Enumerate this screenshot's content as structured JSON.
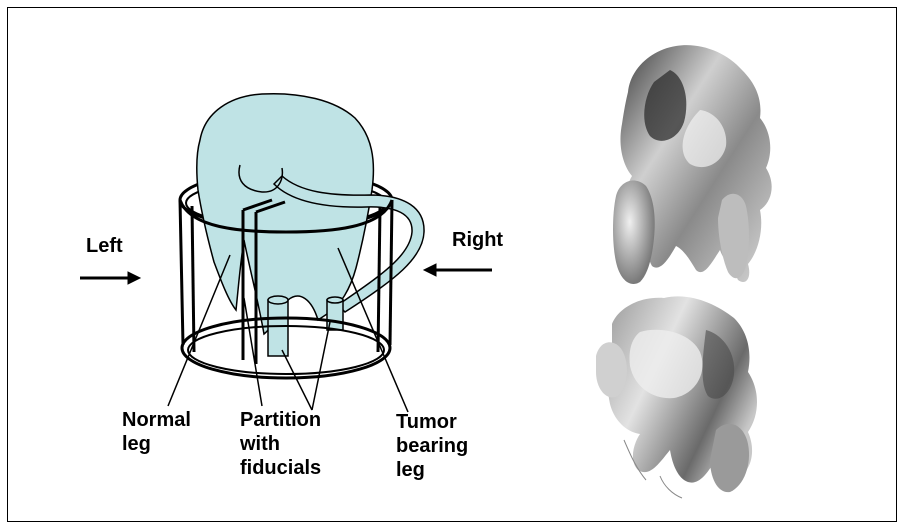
{
  "labels": {
    "left": "Left",
    "right": "Right",
    "normal_leg": "Normal\nleg",
    "partition": "Partition\nwith\nfiducials",
    "tumor_leg": "Tumor\nbearing\nleg"
  },
  "colors": {
    "mouse_fill": "#bfe3e5",
    "outline": "#000000",
    "render_light": "#e8e8e8",
    "render_dark": "#2a2a2a"
  }
}
